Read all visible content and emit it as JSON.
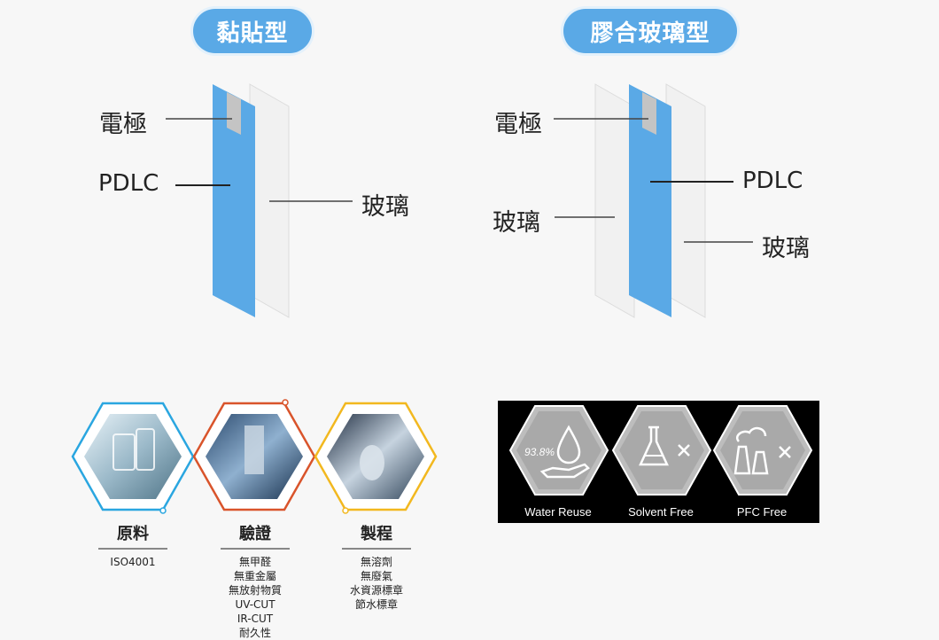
{
  "left_diagram": {
    "title": "黏貼型",
    "labels": {
      "electrode": "電極",
      "pdlc": "PDLC",
      "glass": "玻璃"
    }
  },
  "right_diagram": {
    "title": "膠合玻璃型",
    "labels": {
      "electrode": "電極",
      "pdlc": "PDLC",
      "glass_left": "玻璃",
      "glass_right": "玻璃"
    }
  },
  "process": [
    {
      "title": "原料",
      "items": [
        "ISO4001"
      ],
      "color": "#2aa6e0"
    },
    {
      "title": "驗證",
      "items": [
        "無甲醛",
        "無重金屬",
        "無放射物質",
        "UV-CUT",
        "IR-CUT",
        "耐久性"
      ],
      "color": "#d9542b"
    },
    {
      "title": "製程",
      "items": [
        "無溶劑",
        "無廢氣",
        "水資源標章",
        "節水標章"
      ],
      "color": "#f2b81f"
    }
  ],
  "eco": {
    "badges": [
      {
        "label": "Water Reuse",
        "icon": "water-drop-hand-icon",
        "value": "93.8%"
      },
      {
        "label": "Solvent Free",
        "icon": "flask-x-icon"
      },
      {
        "label": "PFC Free",
        "icon": "factory-x-icon"
      }
    ]
  },
  "colors": {
    "pill": "#5aa9e6",
    "pdlc": "#5aa9e6",
    "electrode": "#bfbfbf"
  }
}
